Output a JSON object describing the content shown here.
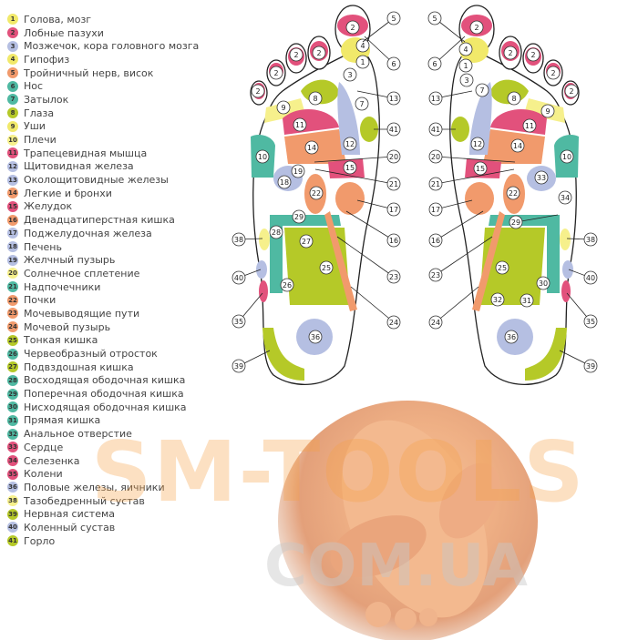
{
  "colors": {
    "yellow": "#f1e96a",
    "pink": "#e2517c",
    "lavender": "#b5bfe2",
    "orange": "#f19a6c",
    "teal": "#4fb9a2",
    "green": "#b5c928",
    "lightyellow": "#f6f08c"
  },
  "legend": {
    "items": [
      {
        "num": "1",
        "label": "Голова, мозг",
        "color": "#f1e96a"
      },
      {
        "num": "2",
        "label": "Лобные пазухи",
        "color": "#e2517c"
      },
      {
        "num": "3",
        "label": "Мозжечок, кора головного мозга",
        "color": "#b5bfe2"
      },
      {
        "num": "4",
        "label": "Гипофиз",
        "color": "#f1e96a"
      },
      {
        "num": "5",
        "label": "Тройничный нерв, висок",
        "color": "#f19a6c"
      },
      {
        "num": "6",
        "label": "Нос",
        "color": "#4fb9a2"
      },
      {
        "num": "7",
        "label": "Затылок",
        "color": "#4fb9a2"
      },
      {
        "num": "8",
        "label": "Глаза",
        "color": "#b5c928"
      },
      {
        "num": "9",
        "label": "Уши",
        "color": "#f1e96a"
      },
      {
        "num": "10",
        "label": "Плечи",
        "color": "#f6f08c"
      },
      {
        "num": "11",
        "label": "Трапецевидная мышца",
        "color": "#e2517c"
      },
      {
        "num": "12",
        "label": "Щитовидная железа",
        "color": "#b5bfe2"
      },
      {
        "num": "13",
        "label": "Околощитовидные железы",
        "color": "#b5bfe2"
      },
      {
        "num": "14",
        "label": "Легкие и бронхи",
        "color": "#f19a6c"
      },
      {
        "num": "15",
        "label": "Желудок",
        "color": "#e2517c"
      },
      {
        "num": "16",
        "label": "Двенадцатиперстная кишка",
        "color": "#f19a6c"
      },
      {
        "num": "17",
        "label": "Поджелудочная железа",
        "color": "#b5bfe2"
      },
      {
        "num": "18",
        "label": "Печень",
        "color": "#b5bfe2"
      },
      {
        "num": "19",
        "label": "Желчный пузырь",
        "color": "#b5bfe2"
      },
      {
        "num": "20",
        "label": "Солнечное сплетение",
        "color": "#f6f08c"
      },
      {
        "num": "21",
        "label": "Надпочечники",
        "color": "#4fb9a2"
      },
      {
        "num": "22",
        "label": "Почки",
        "color": "#f19a6c"
      },
      {
        "num": "23",
        "label": "Мочевыводящие пути",
        "color": "#f19a6c"
      },
      {
        "num": "24",
        "label": "Мочевой пузырь",
        "color": "#f19a6c"
      },
      {
        "num": "25",
        "label": "Тонкая кишка",
        "color": "#b5c928"
      },
      {
        "num": "26",
        "label": "Червеобразный отросток",
        "color": "#4fb9a2"
      },
      {
        "num": "27",
        "label": "Подвздошная кишка",
        "color": "#b5c928"
      },
      {
        "num": "28",
        "label": "Восходящая ободочная кишка",
        "color": "#4fb9a2"
      },
      {
        "num": "29",
        "label": "Поперечная ободочная кишка",
        "color": "#4fb9a2"
      },
      {
        "num": "30",
        "label": "Нисходящая ободочная кишка",
        "color": "#4fb9a2"
      },
      {
        "num": "31",
        "label": "Прямая кишка",
        "color": "#4fb9a2"
      },
      {
        "num": "32",
        "label": "Анальное отверстие",
        "color": "#4fb9a2"
      },
      {
        "num": "33",
        "label": "Сердце",
        "color": "#e2517c"
      },
      {
        "num": "34",
        "label": "Селезенка",
        "color": "#e2517c"
      },
      {
        "num": "35",
        "label": "Колени",
        "color": "#e2517c"
      },
      {
        "num": "36",
        "label": "Половые железы, яичники",
        "color": "#b5bfe2"
      },
      {
        "num": "38",
        "label": "Тазобедренный сустав",
        "color": "#f6f08c"
      },
      {
        "num": "39",
        "label": "Нервная система",
        "color": "#b5c928"
      },
      {
        "num": "40",
        "label": "Коленный сустав",
        "color": "#b5bfe2"
      },
      {
        "num": "41",
        "label": "Горло",
        "color": "#b5c928"
      }
    ]
  },
  "watermark": {
    "line1": "SM-TOOLS",
    "line2": "COM.UA"
  }
}
